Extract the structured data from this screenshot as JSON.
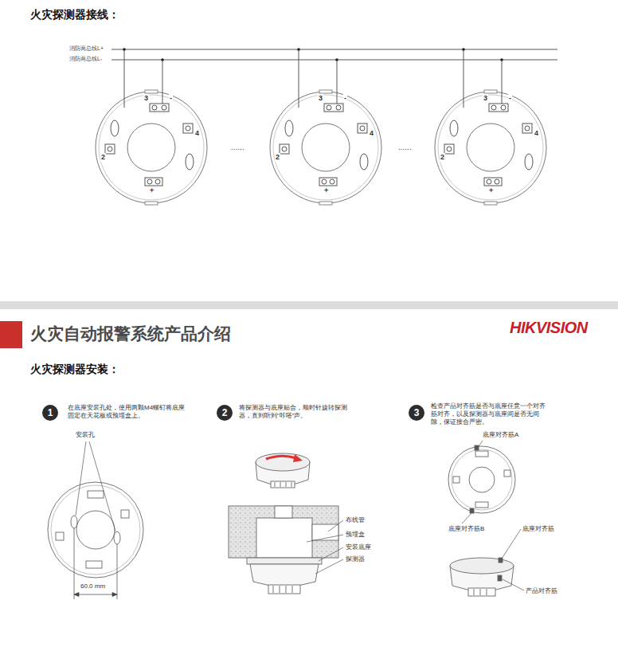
{
  "diagram": {
    "title": "火灾自动报警系统产品介绍",
    "nodes": [
      {
        "text": [
          "1"
        ]
      },
      {
        "text": [
          "2"
        ]
      },
      {
        "text": [
          "3"
        ]
      }
    ],
    "labels": [
      "火灾探测器接线：",
      "消防两总线L+",
      "消防两总线L-",
      "3",
      "2",
      "4",
      "+",
      "-",
      "3",
      "2",
      "4",
      "+",
      "-",
      "3",
      "2",
      "4",
      "+",
      "-",
      "......",
      "......",
      "火灾探测器安装：",
      "在底座安装孔处，使用两颗M4螺钉将底座固定在天花板或预埋盒上。",
      "安装孔",
      "60.0 mm",
      "将探测器与底座贴合，顺时针旋转探测器，直到听到“咔嗒”声。",
      "布线管",
      "预埋盒",
      "安装底座",
      "探测器",
      "检查产品对齐筋是否与底座任意一个对齐筋对齐，以及探测器与底座间是否无间隙，保证接合严密。",
      "底座对齐筋A",
      "底座对齐筋B",
      "底座对齐筋",
      "产品对齐筋",
      "HIKVISION"
    ]
  }
}
